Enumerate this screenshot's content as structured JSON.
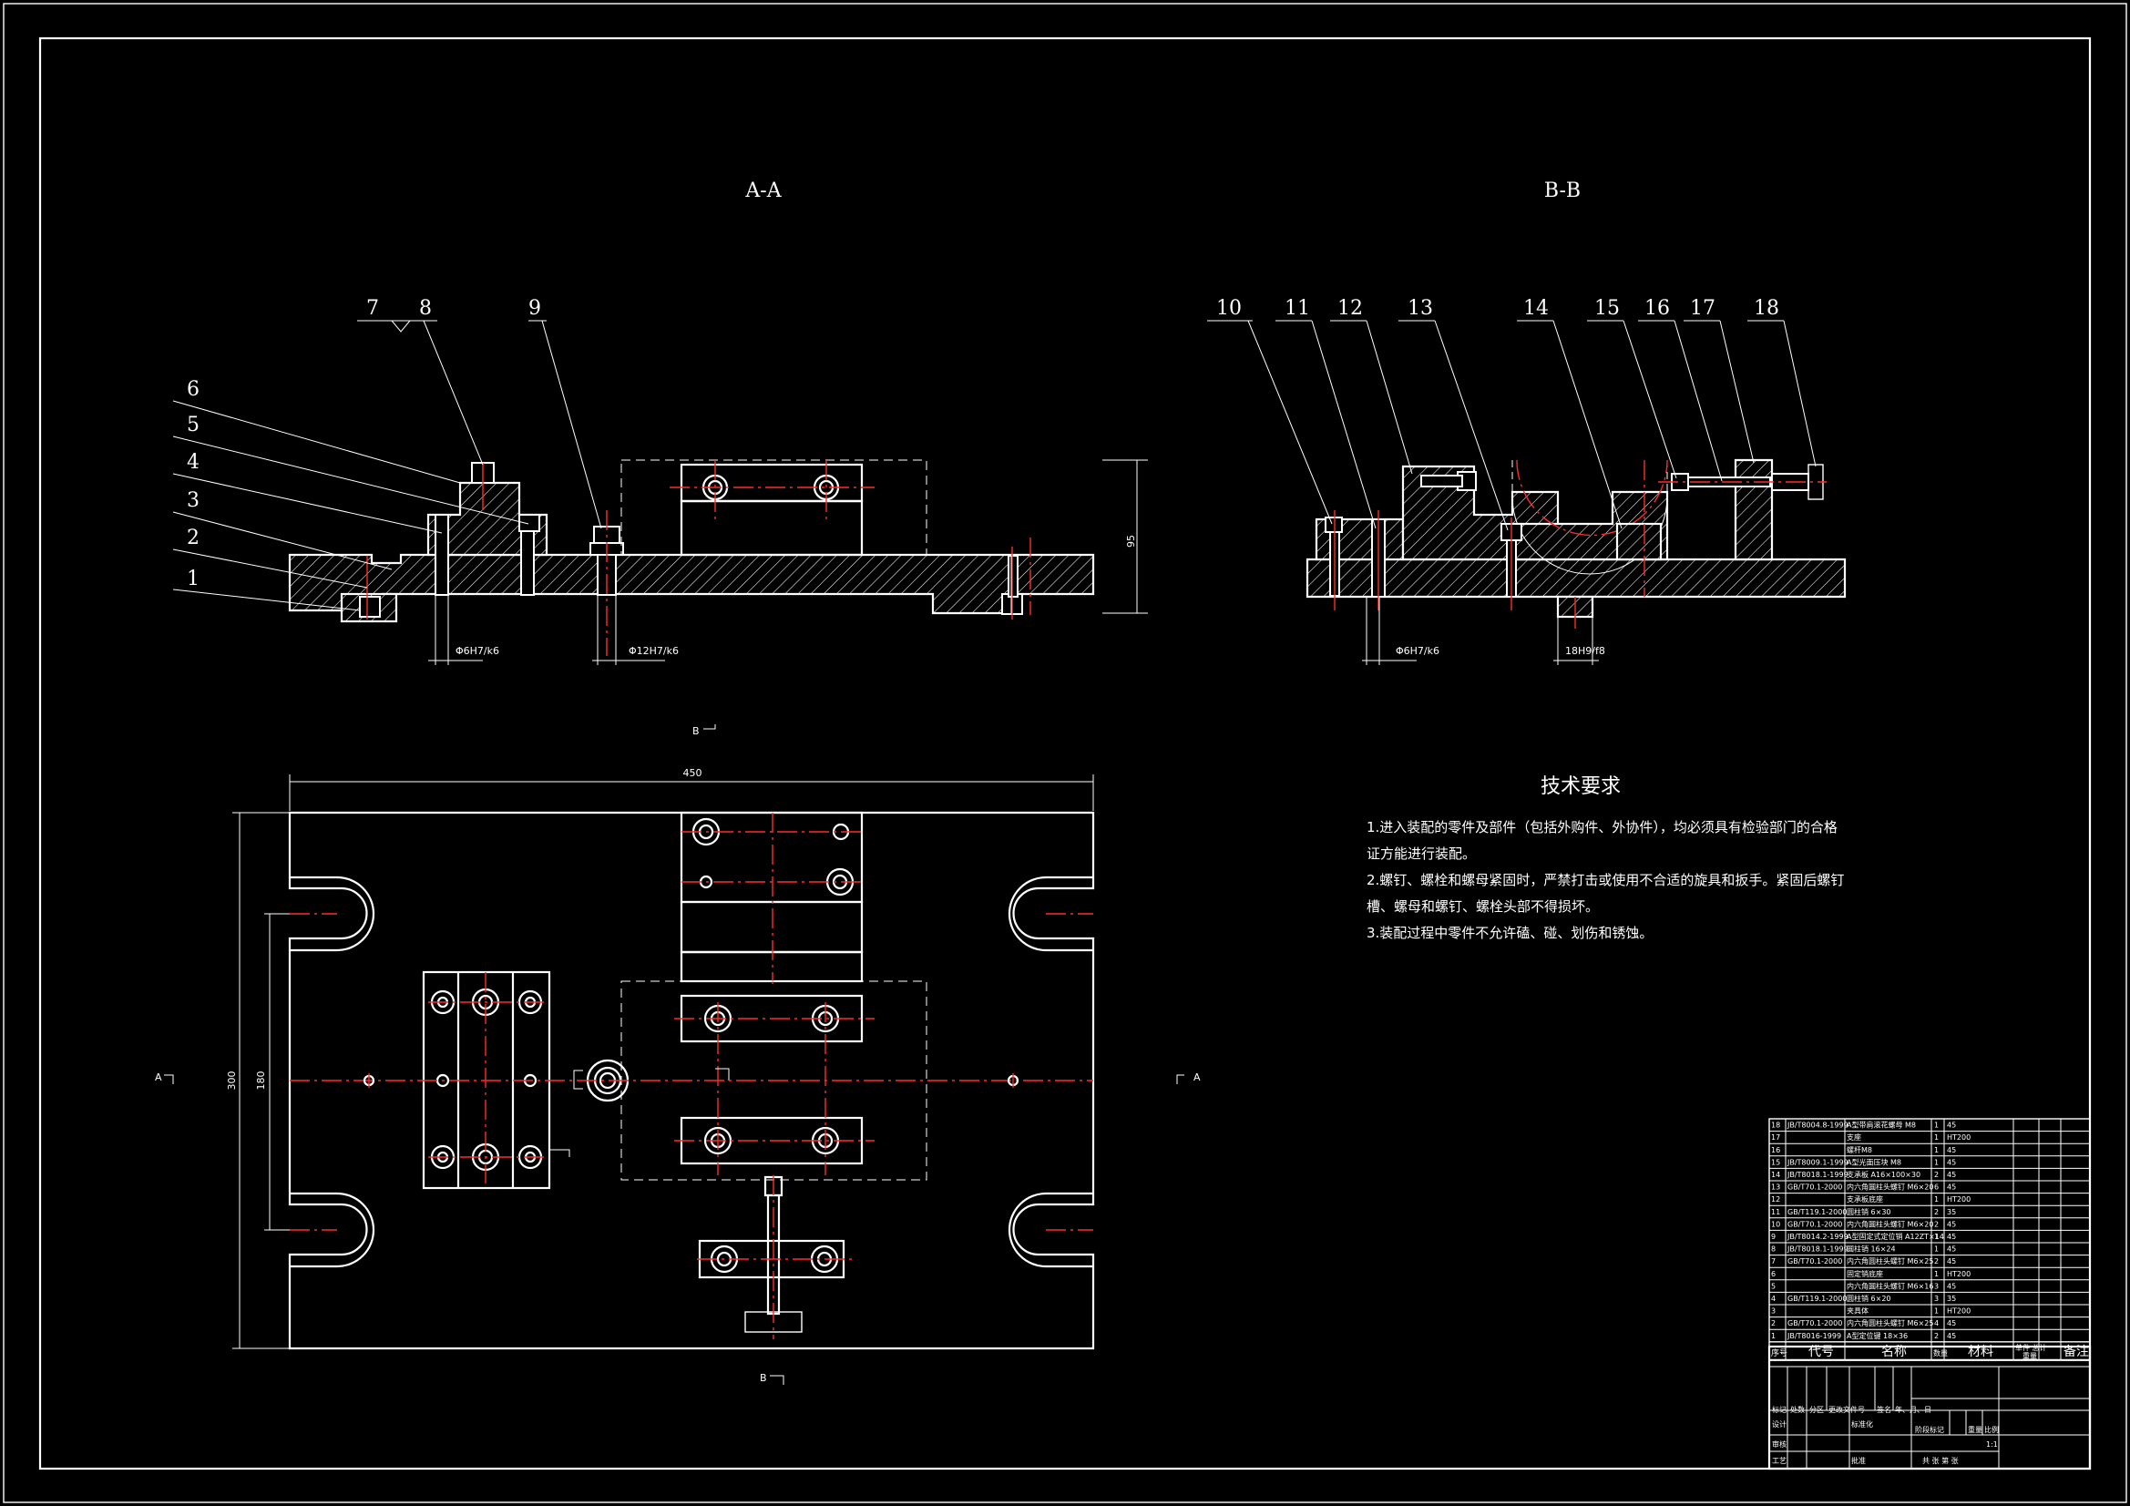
{
  "views": {
    "section_aa": "A-A",
    "section_bb": "B-B",
    "marker_a_left": "A",
    "marker_a_right": "A",
    "marker_b_top": "B",
    "marker_b_bottom": "B"
  },
  "part_labels_aa": [
    "1",
    "2",
    "3",
    "4",
    "5",
    "6",
    "7",
    "8",
    "9"
  ],
  "part_labels_bb": [
    "10",
    "11",
    "12",
    "13",
    "14",
    "15",
    "16",
    "17",
    "18"
  ],
  "dimensions": {
    "height_95": "95",
    "fit_aa_1": "Φ6H7/k6",
    "fit_aa_2": "Φ12H7/k6",
    "fit_bb_1": "Φ6H7/k6",
    "fit_bb_2": "18H9/f8",
    "width_450": "450",
    "height_300": "300",
    "height_180": "180"
  },
  "tech_requirements": {
    "title": "技术要求",
    "lines": [
      "1.进入装配的零件及部件（包括外购件、外协件），均必须具有检验部门的合格",
      "证方能进行装配。",
      "2.螺钉、螺栓和螺母紧固时，严禁打击或使用不合适的旋具和扳手。紧固后螺钉",
      "槽、螺母和螺钉、螺栓头部不得损坏。",
      "3.装配过程中零件不允许磕、碰、划伤和锈蚀。"
    ]
  },
  "bom": {
    "headers": {
      "seq": "序号",
      "code": "代号",
      "name": "名称",
      "qty": "数量",
      "material": "材料",
      "weight": "单件 总计",
      "weight_sub": "重量",
      "remark": "备注"
    },
    "rows": [
      {
        "seq": "18",
        "code": "JB/T8004.8-1999",
        "name": "A型带肩滚花螺母 M8",
        "qty": "1",
        "material": "45"
      },
      {
        "seq": "17",
        "code": "",
        "name": "支座",
        "qty": "1",
        "material": "HT200"
      },
      {
        "seq": "16",
        "code": "",
        "name": "螺杆M8",
        "qty": "1",
        "material": "45"
      },
      {
        "seq": "15",
        "code": "JB/T8009.1-1999",
        "name": "A型光面压块 M8",
        "qty": "1",
        "material": "45"
      },
      {
        "seq": "14",
        "code": "JB/T8018.1-1999",
        "name": "支承板 A16×100×30",
        "qty": "2",
        "material": "45"
      },
      {
        "seq": "13",
        "code": "GB/T70.1-2000",
        "name": "内六角圆柱头螺钉 M6×20",
        "qty": "6",
        "material": "45"
      },
      {
        "seq": "12",
        "code": "",
        "name": "支承板底座",
        "qty": "1",
        "material": "HT200"
      },
      {
        "seq": "11",
        "code": "GB/T119.1-2000",
        "name": "圆柱销 6×30",
        "qty": "2",
        "material": "35"
      },
      {
        "seq": "10",
        "code": "GB/T70.1-2000",
        "name": "内六角圆柱头螺钉 M6×20",
        "qty": "2",
        "material": "45"
      },
      {
        "seq": "9",
        "code": "JB/T8014.2-1999",
        "name": "A型固定式定位销 A12ZT×14",
        "qty": "1",
        "material": "45"
      },
      {
        "seq": "8",
        "code": "JB/T8018.1-1999",
        "name": "圆柱销 16×24",
        "qty": "1",
        "material": "45"
      },
      {
        "seq": "7",
        "code": "GB/T70.1-2000",
        "name": "内六角圆柱头螺钉 M6×25",
        "qty": "2",
        "material": "45"
      },
      {
        "seq": "6",
        "code": "",
        "name": "固定销底座",
        "qty": "1",
        "material": "HT200"
      },
      {
        "seq": "5",
        "code": "",
        "name": "内六角圆柱头螺钉 M6×16",
        "qty": "3",
        "material": "45"
      },
      {
        "seq": "4",
        "code": "GB/T119.1-2000",
        "name": "圆柱销 6×20",
        "qty": "3",
        "material": "35"
      },
      {
        "seq": "3",
        "code": "",
        "name": "夹具体",
        "qty": "1",
        "material": "HT200"
      },
      {
        "seq": "2",
        "code": "GB/T70.1-2000",
        "name": "内六角圆柱头螺钉 M6×25",
        "qty": "4",
        "material": "45"
      },
      {
        "seq": "1",
        "code": "JB/T8016-1999",
        "name": "A型定位键 18×36",
        "qty": "2",
        "material": "45"
      }
    ]
  },
  "title_block": {
    "row1": [
      "标记",
      "处数",
      "分区",
      "更改文件号",
      "签名",
      "年、月、日"
    ],
    "design": "设计",
    "standard": "标准化",
    "review": "审核",
    "process": "工艺",
    "approve": "批准",
    "stage": "阶段标记",
    "weight": "重量",
    "scale": "比例",
    "scale_val": "1:1",
    "sheets": "共   张   第   张"
  }
}
